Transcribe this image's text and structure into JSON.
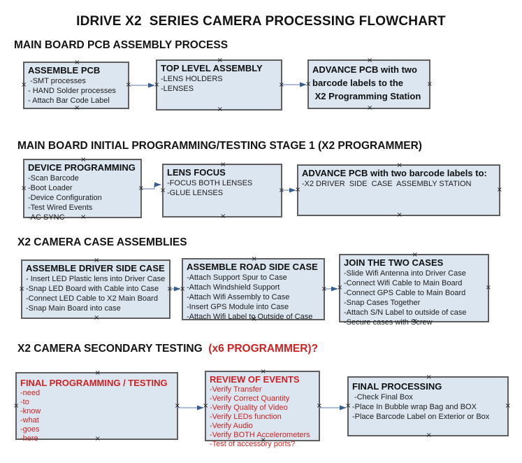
{
  "title": "IDRIVE X2  SERIES CAMERA PROCESSING FLOWCHART",
  "icons": {
    "connector_handle": "×"
  },
  "colors": {
    "box_fill": "#dce6f1",
    "box_border": "#5f5f5f",
    "arrow_line": "#94a7c7",
    "arrow_head": "#365f91",
    "red_text": "#cc2222"
  },
  "sections": [
    {
      "heading": "MAIN BOARD PCB ASSEMBLY PROCESS",
      "boxes": [
        {
          "title": "ASSEMBLE PCB",
          "items": [
            " -SMT processes",
            "- HAND Solder processes",
            "- Attach Bar Code Label"
          ]
        },
        {
          "title": "TOP LEVEL ASSEMBLY",
          "items": [
            "-LENS HOLDERS",
            "-LENSES"
          ]
        },
        {
          "title_lines": [
            "ADVANCE PCB with two",
            "barcode labels to the",
            " X2 Programming Station"
          ]
        }
      ]
    },
    {
      "heading": "MAIN BOARD INITIAL PROGRAMMING/TESTING STAGE 1 (X2 PROGRAMMER)",
      "boxes": [
        {
          "title": "DEVICE PROGRAMMING",
          "items": [
            "-Scan Barcode",
            "-Boot Loader",
            "-Device Configuration",
            "-Test Wired Events",
            "-AC SYNC"
          ]
        },
        {
          "title": "LENS FOCUS",
          "items": [
            "-FOCUS BOTH LENSES",
            "-GLUE LENSES"
          ]
        },
        {
          "title": "ADVANCE PCB with two barcode labels to:",
          "items": [
            "-X2 DRIVER  SIDE  CASE  ASSEMBLY STATION"
          ]
        }
      ]
    },
    {
      "heading": "X2 CAMERA CASE ASSEMBLIES",
      "boxes": [
        {
          "title": "ASSEMBLE DRIVER SIDE CASE",
          "items": [
            "- Insert LED Plastic lens into Driver Case",
            "-Snap LED Board with Cable into Case",
            "-Connect LED Cable to X2 Main Board",
            "-Snap Main Board into case"
          ]
        },
        {
          "title": "ASSEMBLE ROAD SIDE CASE",
          "items": [
            "-Attach Support Spur to Case",
            "-Attach Windshield Support",
            "-Attach Wifi Assembly to Case",
            "-Insert GPS Module into Case",
            "-Attach Wifi Label to Outside of Case"
          ]
        },
        {
          "title": "JOIN THE TWO CASES",
          "items": [
            "-Slide Wifi Antenna into Driver Case",
            "-Connect Wifi Cable to Main Board",
            "-Connect GPS Cable to Main Board",
            "-Snap Cases Together",
            "-Attach S/N Label to outside of case",
            "-Secure cases with Screw"
          ]
        }
      ]
    },
    {
      "heading": "X2 CAMERA SECONDARY TESTING ",
      "heading_suffix": " (x6 PROGRAMMER)?",
      "boxes": [
        {
          "title": "FINAL PROGRAMMING / TESTING",
          "items": [
            "-need",
            "-to",
            "-know",
            "-what",
            "-goes",
            "-here"
          ]
        },
        {
          "title": "REVIEW OF EVENTS",
          "items": [
            "-Verify Transfer",
            "-Verify Correct Quantity",
            "-Verify Quality of Video",
            "-Verify LEDs function",
            "-Verify Audio",
            "-Verify BOTH Accelerometers",
            "-Test of accessory ports?"
          ]
        },
        {
          "title": "FINAL PROCESSING",
          "items": [
            " -Check Final Box",
            "-Place In Bubble wrap Bag and BOX",
            "-Place Barcode Label on Exterior or Box"
          ]
        }
      ]
    }
  ]
}
